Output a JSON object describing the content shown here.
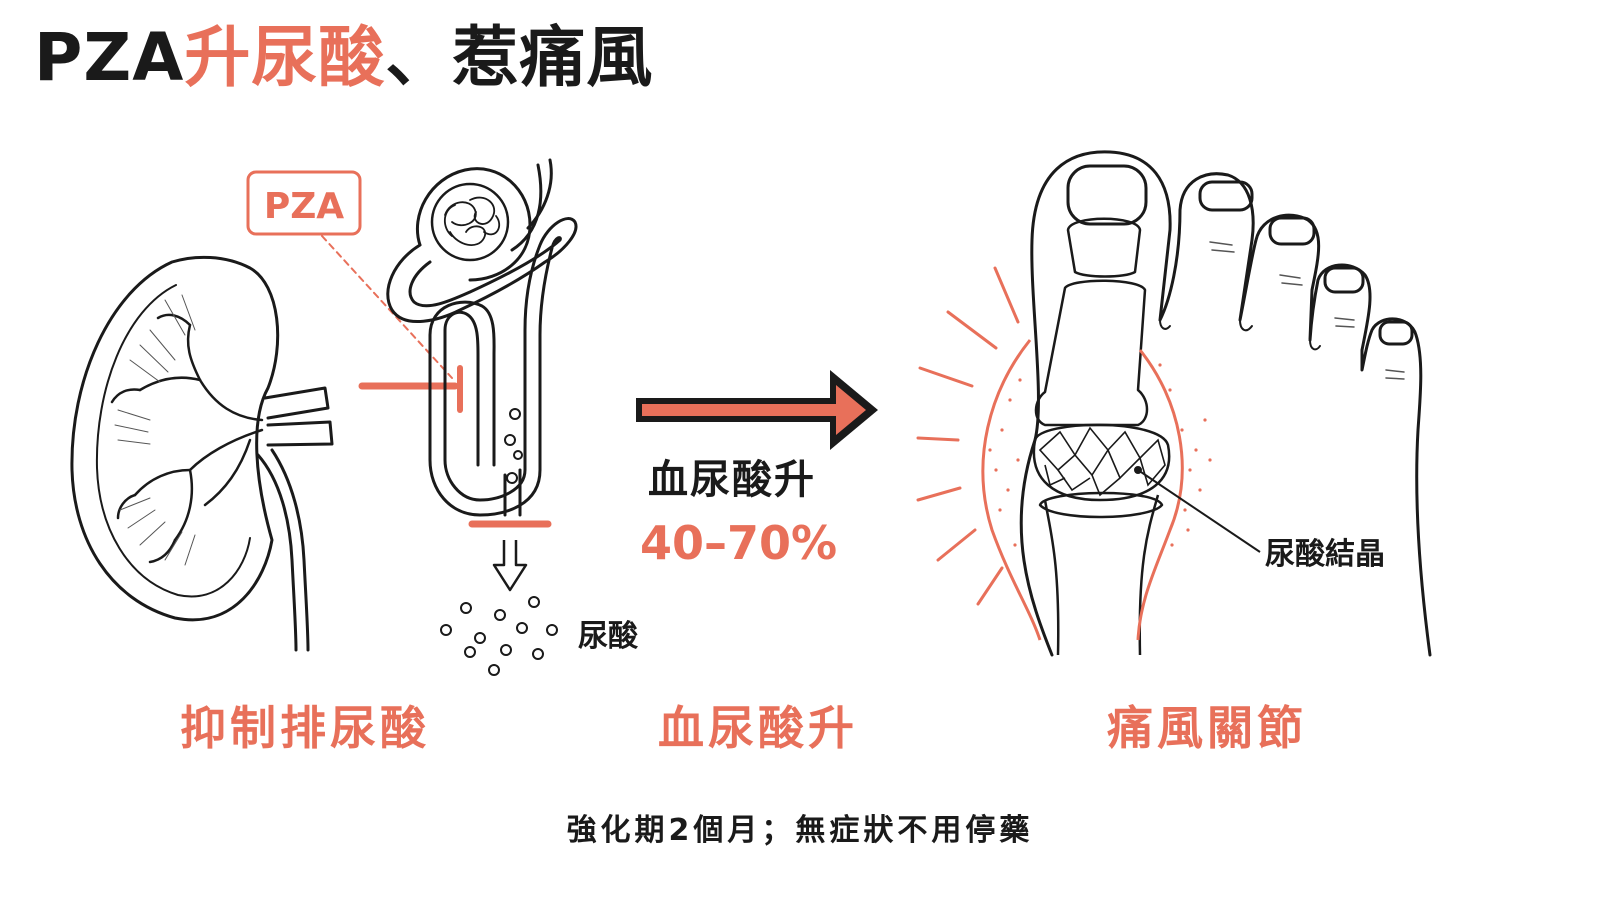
{
  "title": {
    "prefix": "PZA",
    "highlight": "升尿酸",
    "suffix": "、惹痛風"
  },
  "labels": {
    "pza_box": "PZA",
    "uric_acid": "尿酸",
    "center_main": "血尿酸升",
    "center_percent": "40–70%",
    "crystal": "尿酸結晶"
  },
  "captions": [
    "抑制排尿酸",
    "血尿酸升",
    "痛風關節"
  ],
  "footer": "強化期2個月；無症狀不用停藥",
  "colors": {
    "accent": "#e8705a",
    "ink": "#1a1a1a"
  }
}
